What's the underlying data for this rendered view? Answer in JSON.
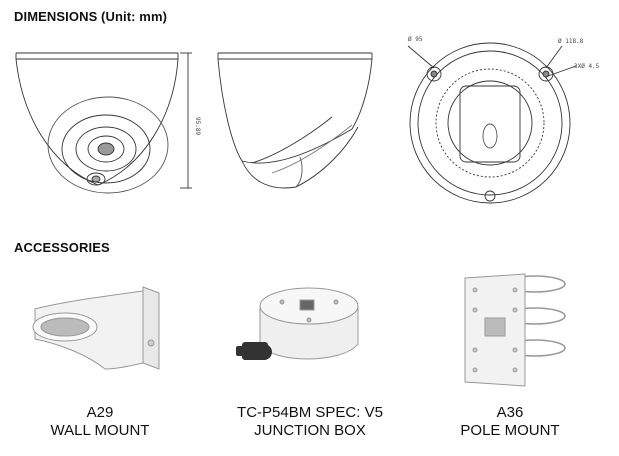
{
  "sections": {
    "dimensions_title": "DIMENSIONS (Unit: mm)",
    "accessories_title": "ACCESSORIES"
  },
  "dimension_labels": {
    "height": "95.89",
    "diameter_top": "Ø 95",
    "diameter_bolt": "Ø 118.8",
    "holes": "3XØ 4.5"
  },
  "accessories": [
    {
      "model": "A29",
      "name": "WALL MOUNT"
    },
    {
      "model": "TC-P54BM SPEC: V5",
      "name": "JUNCTION BOX"
    },
    {
      "model": "A36",
      "name": "POLE MOUNT"
    }
  ]
}
